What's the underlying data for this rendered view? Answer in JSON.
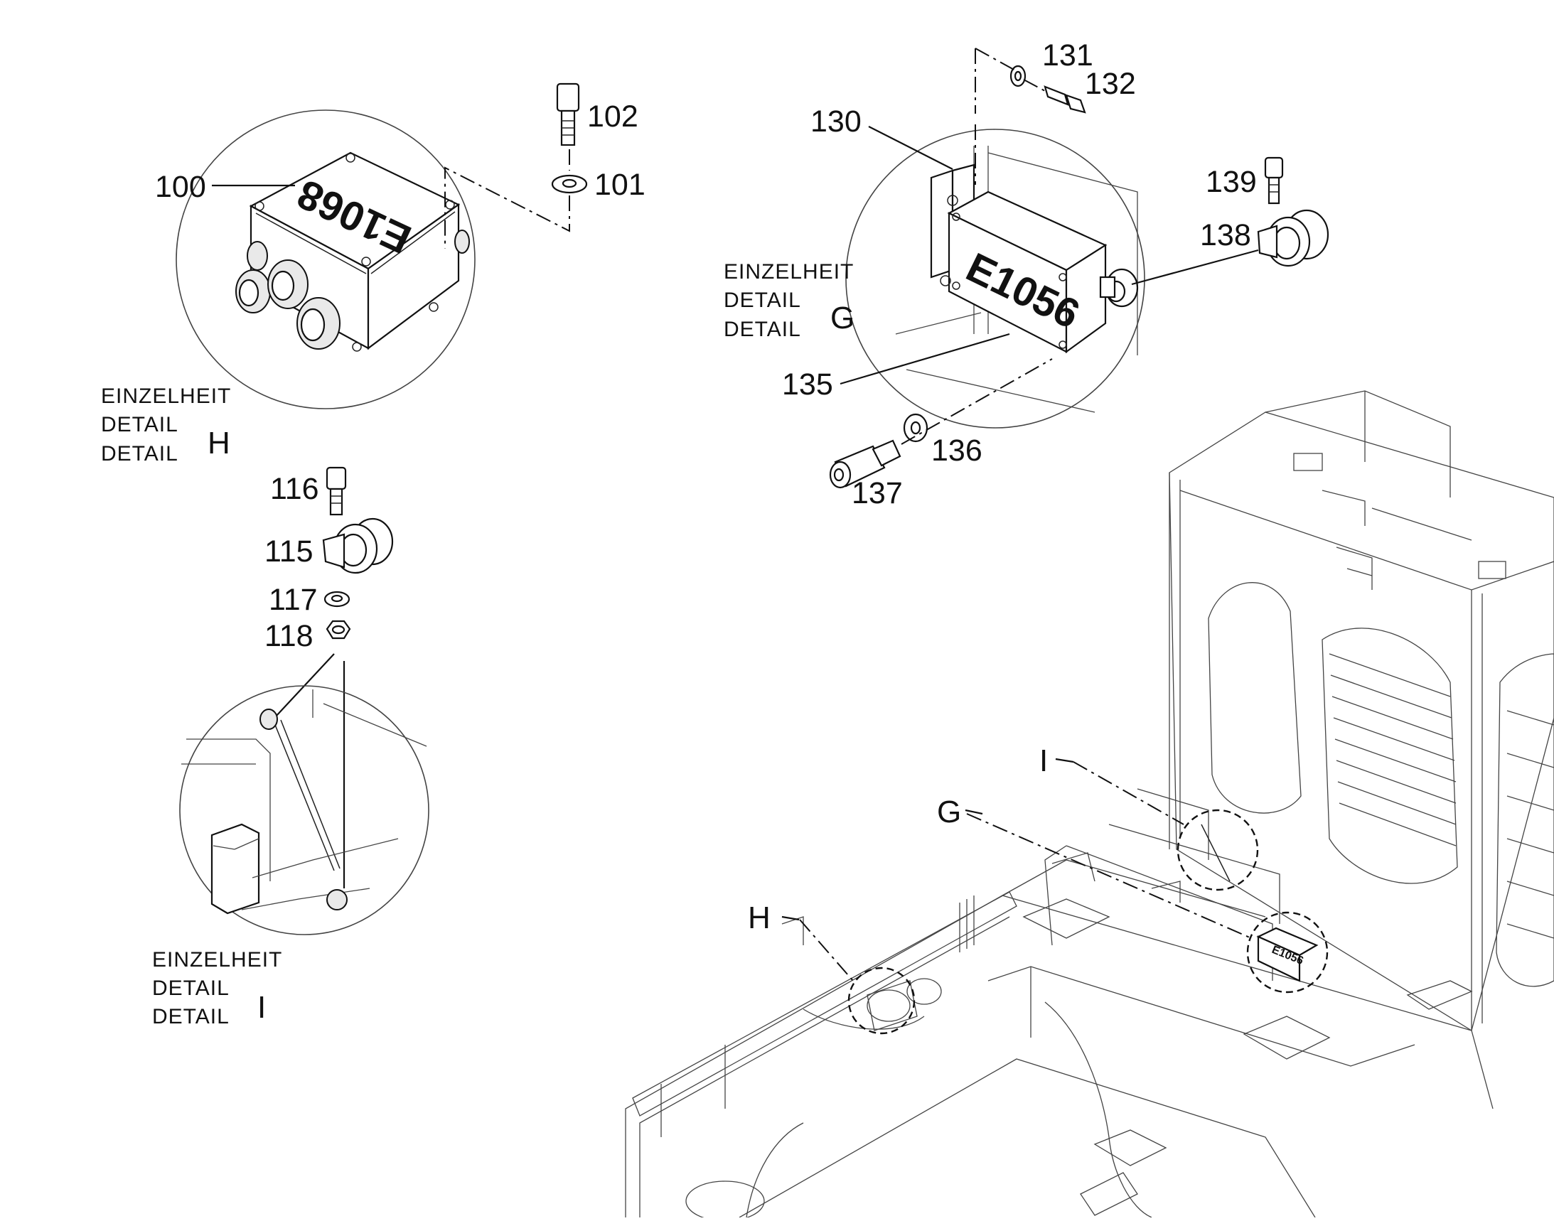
{
  "callouts": {
    "n100": "100",
    "n101": "101",
    "n102": "102",
    "n115": "115",
    "n116": "116",
    "n117": "117",
    "n118": "118",
    "n130": "130",
    "n131": "131",
    "n132": "132",
    "n135": "135",
    "n136": "136",
    "n137": "137",
    "n138": "138",
    "n139": "139"
  },
  "details": {
    "H": {
      "line1": "EINZELHEIT",
      "line2": "DETAIL",
      "line3": "DETAIL",
      "letter": "H"
    },
    "G": {
      "line1": "EINZELHEIT",
      "line2": "DETAIL",
      "line3": "DETAIL",
      "letter": "G"
    },
    "I": {
      "line1": "EINZELHEIT",
      "line2": "DETAIL",
      "line3": "DETAIL",
      "letter": "I"
    }
  },
  "markers": {
    "H": "H",
    "G": "G",
    "I": "I"
  },
  "plates": {
    "box_e1068": "E1068",
    "box_e1056": "E1056",
    "box_e1056_small": "E1056"
  }
}
